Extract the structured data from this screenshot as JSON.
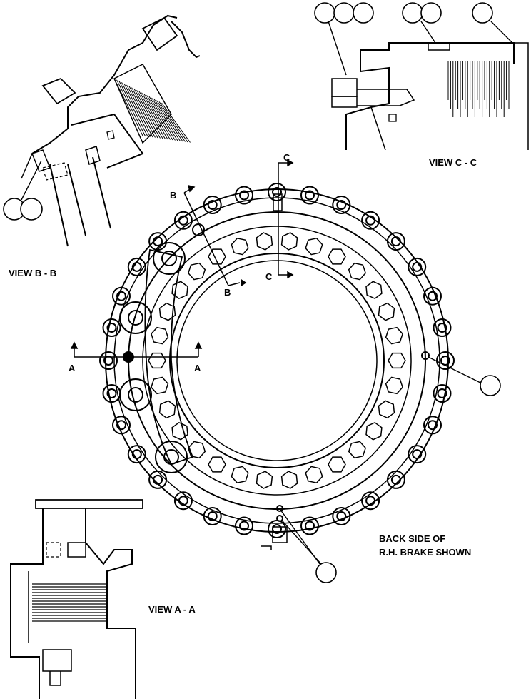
{
  "labels": {
    "view_bb": "VIEW B - B",
    "view_cc": "VIEW C - C",
    "view_aa": "VIEW A - A",
    "back_side_line1": "BACK SIDE OF",
    "back_side_line2": "R.H. BRAKE SHOWN"
  },
  "section_marks": {
    "a_left": "A",
    "a_right": "A",
    "b_top": "B",
    "b_bottom": "B",
    "c_top": "C",
    "c_bottom": "C"
  },
  "colors": {
    "ink": "#000000",
    "paper": "#ffffff"
  }
}
